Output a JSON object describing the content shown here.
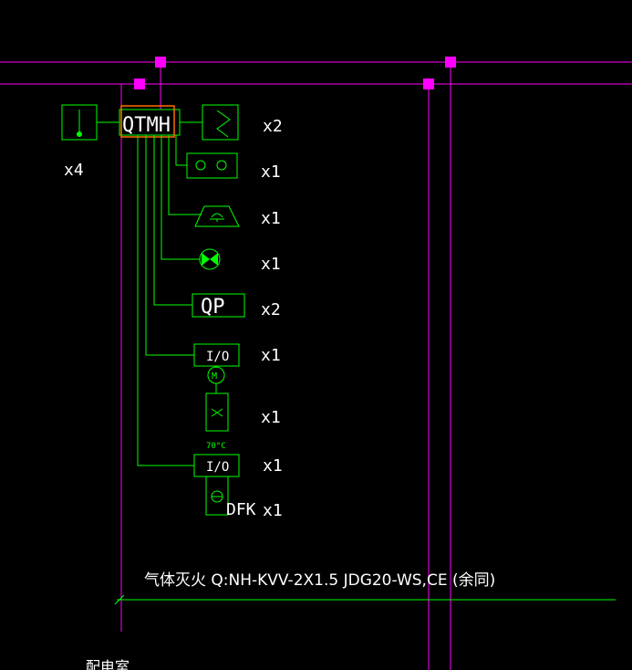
{
  "panel": {
    "main_label": "QTMH",
    "count_left": "x4"
  },
  "devices": [
    {
      "symbol": "",
      "count": "x2"
    },
    {
      "symbol": "",
      "count": "x1"
    },
    {
      "symbol": "",
      "count": "x1"
    },
    {
      "symbol": "",
      "count": "x1"
    },
    {
      "symbol": "QP",
      "count": "x2"
    },
    {
      "symbol": "I/O",
      "count": "x1"
    },
    {
      "symbol": "M",
      "count": "x1"
    },
    {
      "symbol": "70°C",
      "count": ""
    },
    {
      "symbol": "I/O",
      "count": "x1"
    },
    {
      "symbol": "DFK",
      "count": "x1"
    }
  ],
  "annotation": "气体灭火 Q:NH-KVV-2X1.5  JDG20-WS,CE  (余同)",
  "room_label": "配电室",
  "colors": {
    "magenta": "#ff00ff",
    "green": "#00ff00",
    "orange": "#ff6a00",
    "text": "#ffffff"
  }
}
